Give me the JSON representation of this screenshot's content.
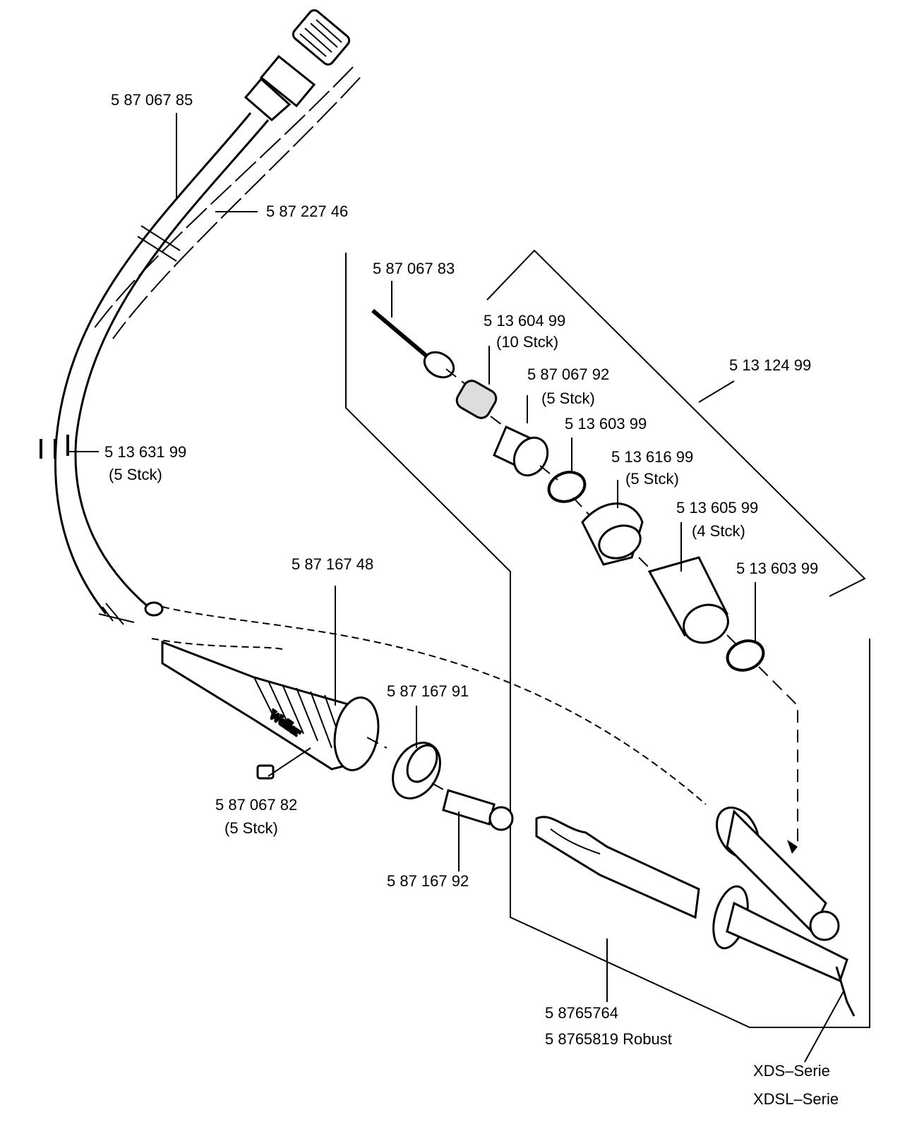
{
  "labels": {
    "cable_top": "5 87 067 85",
    "cable_second": "5 87 227 46",
    "clip": "5 13 631 99",
    "clip_qty": "(5  Stck)",
    "needle": "5 87 067 83",
    "filter": "5 13 604 99",
    "filter_qty": "(10  Stck)",
    "cap": "5 87 067 92",
    "cap_qty": "(5  Stck)",
    "ring_a": "5 13 603 99",
    "sleeve": "5 13 616  99",
    "sleeve_qty": "(5  Stck)",
    "tube": "5 13 605 99",
    "tube_qty": "(4  Stck)",
    "ring_b": "5 13 603 99",
    "kit": "5 13 124 99",
    "handle": "5 87 167 48",
    "nut": "5 87 167 91",
    "screw": "5 87 067 82",
    "screw_qty": "(5  Stck)",
    "heater": "5 87 167 92",
    "tool": "5 8765764",
    "tool_robust": "5 8765819  Robust",
    "tip_series_1": "XDS–Serie",
    "tip_series_2": "XDSL–Serie",
    "brand": "Weller"
  }
}
